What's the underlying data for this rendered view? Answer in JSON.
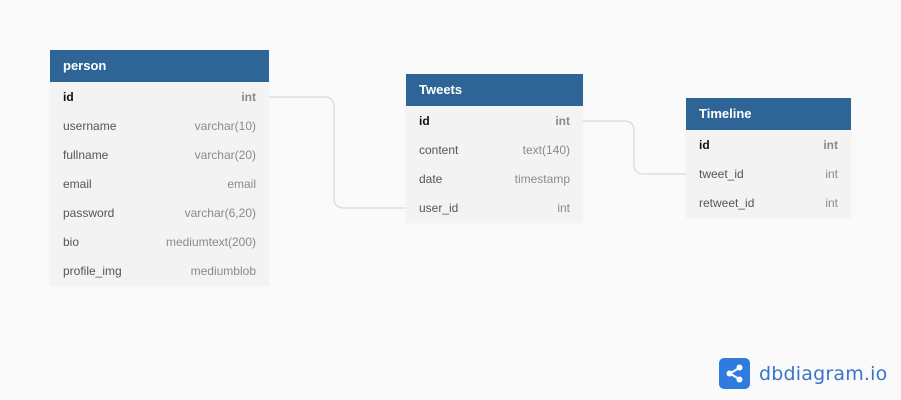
{
  "tables": [
    {
      "id": "person",
      "name": "person",
      "fields": [
        {
          "name": "id",
          "type": "int",
          "pk": true
        },
        {
          "name": "username",
          "type": "varchar(10)"
        },
        {
          "name": "fullname",
          "type": "varchar(20)"
        },
        {
          "name": "email",
          "type": "email"
        },
        {
          "name": "password",
          "type": "varchar(6,20)"
        },
        {
          "name": "bio",
          "type": "mediumtext(200)"
        },
        {
          "name": "profile_img",
          "type": "mediumblob"
        }
      ]
    },
    {
      "id": "tweets",
      "name": "Tweets",
      "fields": [
        {
          "name": "id",
          "type": "int",
          "pk": true
        },
        {
          "name": "content",
          "type": "text(140)"
        },
        {
          "name": "date",
          "type": "timestamp"
        },
        {
          "name": "user_id",
          "type": "int"
        }
      ]
    },
    {
      "id": "timeline",
      "name": "Timeline",
      "fields": [
        {
          "name": "id",
          "type": "int",
          "pk": true
        },
        {
          "name": "tweet_id",
          "type": "int"
        },
        {
          "name": "retweet_id",
          "type": "int"
        }
      ]
    }
  ],
  "relations": [
    {
      "from": "person.id",
      "to": "Tweets.user_id"
    },
    {
      "from": "Tweets.id",
      "to": "Timeline.tweet_id"
    }
  ],
  "branding": {
    "text": "dbdiagram.io",
    "icon": "share-nodes-icon"
  },
  "colors": {
    "header": "#2e6596",
    "body": "#f3f3f3",
    "connector": "#cfd3d8",
    "brand": "#2f7be0"
  }
}
